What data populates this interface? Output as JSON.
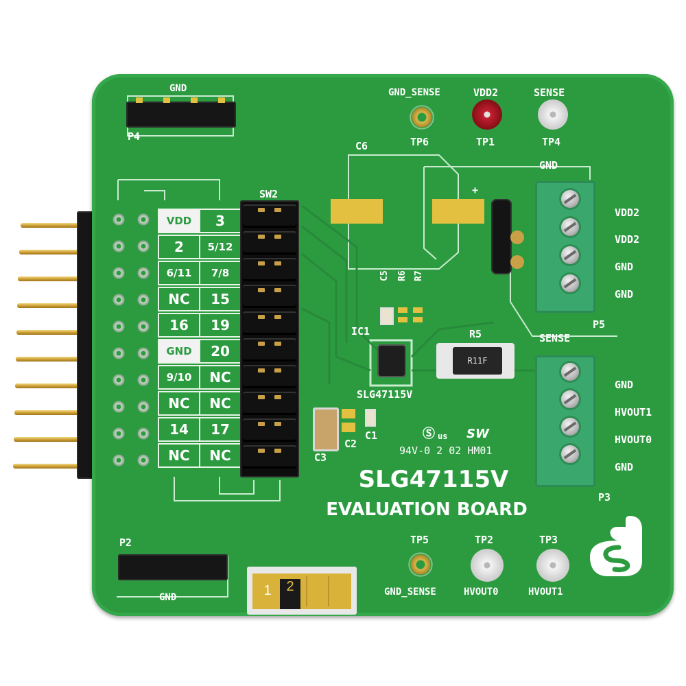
{
  "board": {
    "title": "SLG47115V",
    "subtitle": "EVALUATION BOARD",
    "chip_label": "SLG47115V",
    "fab_marking": "94V-0 2 02 HM01",
    "sw_mark": "SW",
    "ul_mark": "us"
  },
  "labels": {
    "p4": "P4",
    "p2": "P2",
    "p3": "P3",
    "p5": "P5",
    "gnd_top": "GND",
    "gnd_bottom": "GND",
    "sw2": "SW2",
    "c6": "C6",
    "c5": "C5",
    "r6": "R6",
    "r7": "R7",
    "ic1": "IC1",
    "r5": "R5",
    "resistor_code": "R11F",
    "c1": "C1",
    "c2": "C2",
    "c3": "C3",
    "gnd_sense_top": "GND_SENSE",
    "vdd2_tp": "VDD2",
    "sense_tp": "SENSE",
    "tp6": "TP6",
    "tp1": "TP1",
    "tp4": "TP4",
    "tp5": "TP5",
    "tp2": "TP2",
    "tp3": "TP3",
    "gnd_sense_bottom": "GND_SENSE",
    "hvout0_tp": "HVOUT0",
    "hvout1_tp": "HVOUT1",
    "gnd_p5": "GND",
    "sense_p5": "SENSE",
    "plus": "+"
  },
  "p5_terminals": [
    "VDD2",
    "VDD2",
    "GND",
    "GND"
  ],
  "p3_terminals": [
    "GND",
    "HVOUT1",
    "HVOUT0",
    "GND"
  ],
  "pin_table": {
    "left": [
      "VDD",
      "2",
      "6/11",
      "NC",
      "16",
      "GND",
      "9/10",
      "NC",
      "14",
      "NC"
    ],
    "right": [
      "3",
      "5/12",
      "7/8",
      "15",
      "19",
      "20",
      "NC",
      "NC",
      "17",
      "NC"
    ]
  },
  "dip_switch": [
    "1",
    "2"
  ],
  "colors": {
    "pcb": "#2c9b40",
    "silkscreen": "#ffffff",
    "terminal": "#3aa86c",
    "gold": "#e3c040"
  }
}
